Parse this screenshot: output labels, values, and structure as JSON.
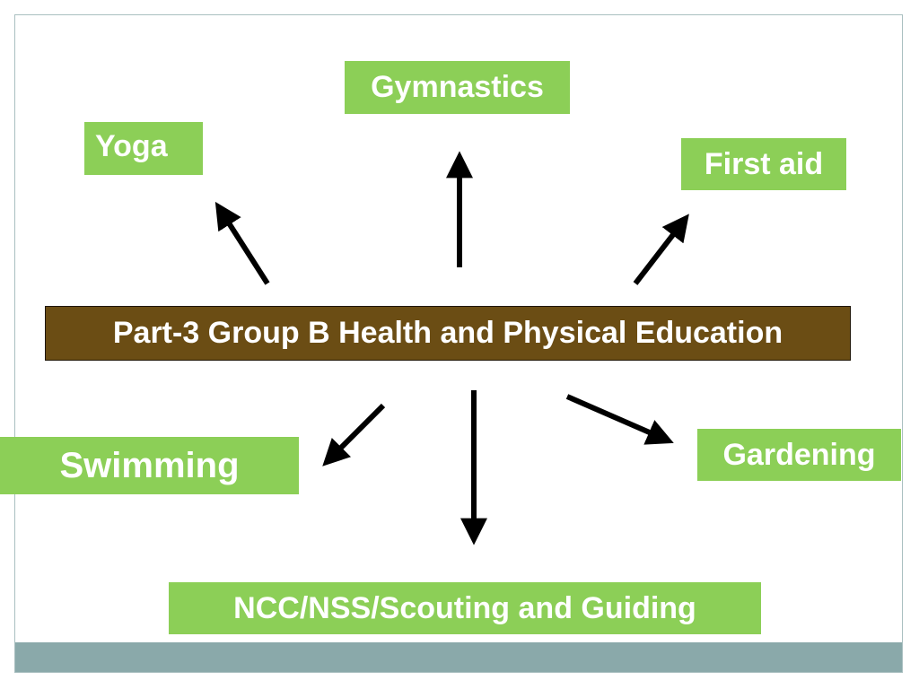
{
  "center": {
    "label": "Part-3 Group B Health and Physical Education"
  },
  "topics": {
    "gymnastics": "Gymnastics",
    "yoga": "Yoga",
    "first_aid": "First aid",
    "swimming": "Swimming",
    "gardening": "Gardening",
    "ncc": "NCC/NSS/Scouting and Guiding"
  },
  "colors": {
    "box_green": "#8ccf57",
    "center_brown": "#6b4d14",
    "footer_gray": "#8aa9aa",
    "arrow": "#000000"
  }
}
